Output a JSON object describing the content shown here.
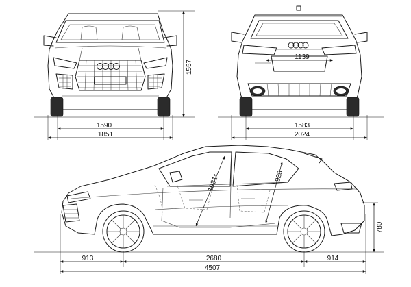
{
  "dimensions": {
    "front_track": "1590",
    "front_width": "1851",
    "height": "1557",
    "rear_track": "1583",
    "rear_mirror_width": "2024",
    "rear_trunk_width": "1139",
    "cabin_front": "1031*",
    "cabin_rear": "928",
    "front_overhang": "913",
    "wheelbase": "2680",
    "rear_overhang": "914",
    "length": "4507",
    "trunk_height": "780"
  }
}
